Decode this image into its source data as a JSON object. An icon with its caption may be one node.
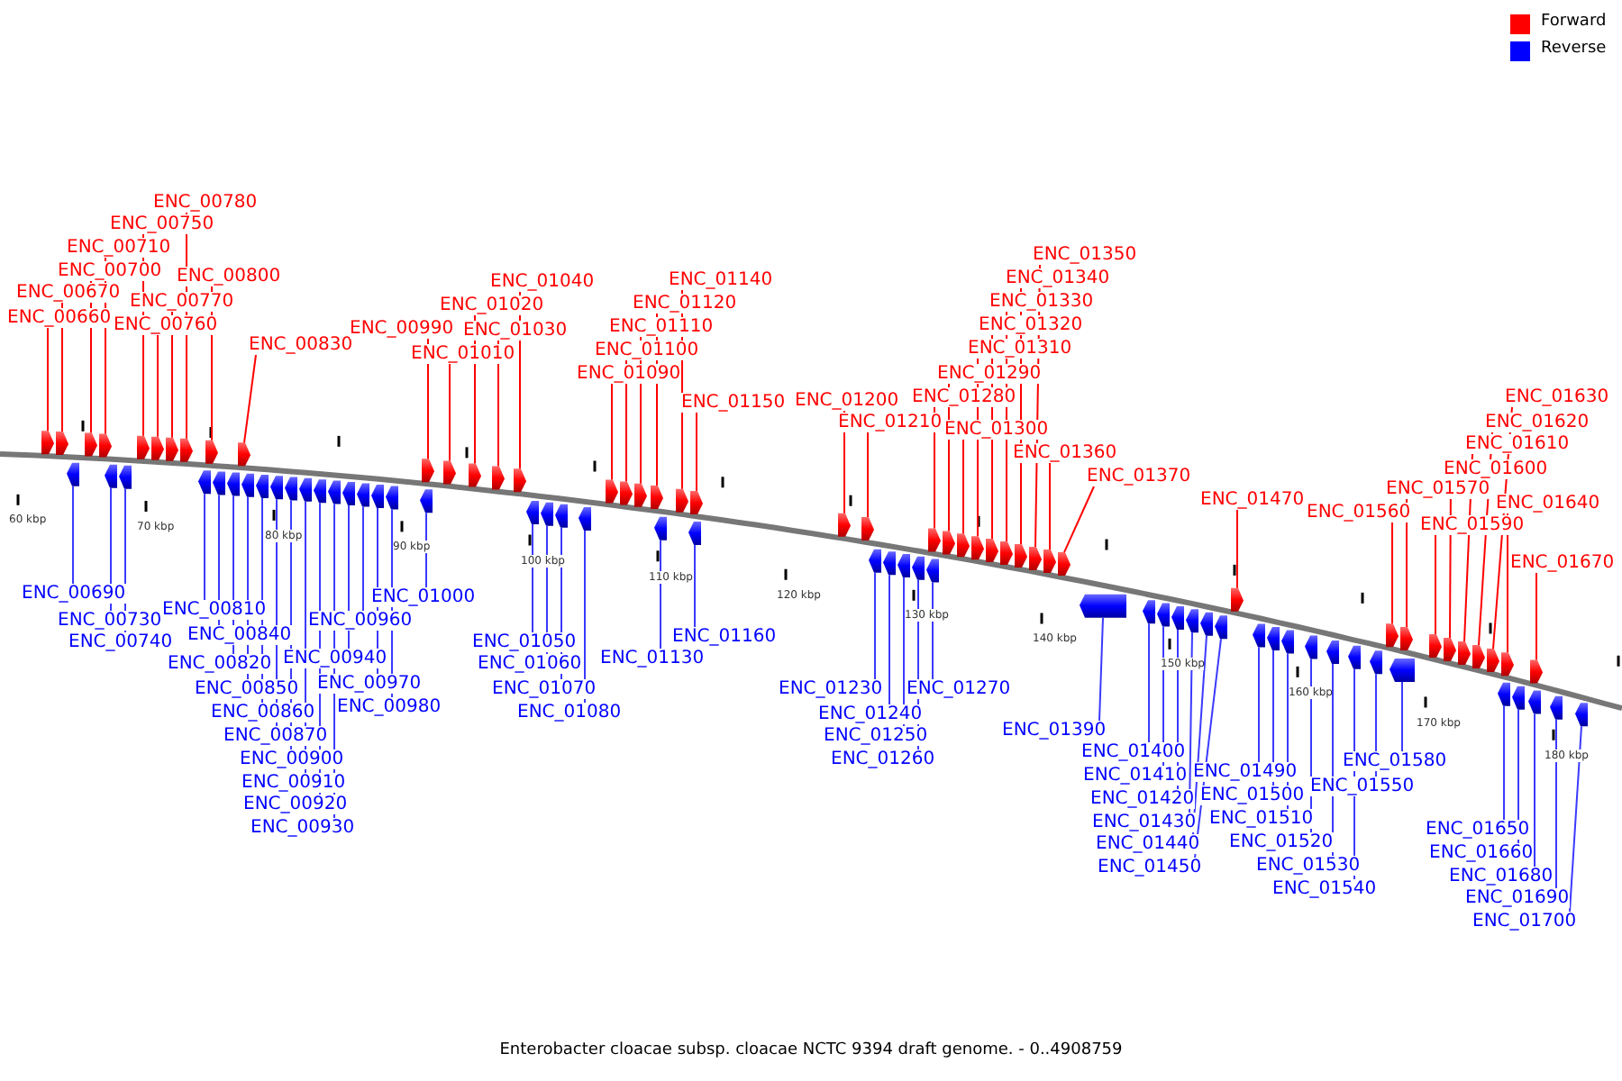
{
  "diagram": {
    "caption": "Enterobacter cloacae subsp. cloacae NCTC 9394 draft genome. - 0..4908759",
    "nodes": [
      {
        "text": [
          "ENC_00660"
        ]
      },
      {
        "text": [
          "ENC_00670"
        ]
      },
      {
        "text": [
          "ENC_00700"
        ]
      },
      {
        "text": [
          "ENC_00710"
        ]
      },
      {
        "text": [
          "ENC_00750"
        ]
      },
      {
        "text": [
          "ENC_00760"
        ]
      },
      {
        "text": [
          "ENC_00770"
        ]
      },
      {
        "text": [
          "ENC_00780"
        ]
      },
      {
        "text": [
          "ENC_00800"
        ]
      },
      {
        "text": [
          "ENC_00830"
        ]
      },
      {
        "text": [
          "ENC_00990"
        ]
      },
      {
        "text": [
          "ENC_01010"
        ]
      },
      {
        "text": [
          "ENC_01020"
        ]
      },
      {
        "text": [
          "ENC_01030"
        ]
      },
      {
        "text": [
          "ENC_01040"
        ]
      },
      {
        "text": [
          "ENC_01090"
        ]
      },
      {
        "text": [
          "ENC_01100"
        ]
      },
      {
        "text": [
          "ENC_01110"
        ]
      },
      {
        "text": [
          "ENC_01120"
        ]
      },
      {
        "text": [
          "ENC_01140"
        ]
      },
      {
        "text": [
          "ENC_01150"
        ]
      },
      {
        "text": [
          "ENC_01200"
        ]
      },
      {
        "text": [
          "ENC_01210"
        ]
      },
      {
        "text": [
          "ENC_01280"
        ]
      },
      {
        "text": [
          "ENC_01290"
        ]
      },
      {
        "text": [
          "ENC_01300"
        ]
      },
      {
        "text": [
          "ENC_01310"
        ]
      },
      {
        "text": [
          "ENC_01320"
        ]
      },
      {
        "text": [
          "ENC_01330"
        ]
      },
      {
        "text": [
          "ENC_01340"
        ]
      },
      {
        "text": [
          "ENC_01350"
        ]
      },
      {
        "text": [
          "ENC_01360"
        ]
      },
      {
        "text": [
          "ENC_01370"
        ]
      },
      {
        "text": [
          "ENC_01470"
        ]
      },
      {
        "text": [
          "ENC_01560"
        ]
      },
      {
        "text": [
          "ENC_01570"
        ]
      },
      {
        "text": [
          "ENC_01590"
        ]
      },
      {
        "text": [
          "ENC_01600"
        ]
      },
      {
        "text": [
          "ENC_01610"
        ]
      },
      {
        "text": [
          "ENC_01620"
        ]
      },
      {
        "text": [
          "ENC_01630"
        ]
      },
      {
        "text": [
          "ENC_01640"
        ]
      },
      {
        "text": [
          "ENC_01670"
        ]
      },
      {
        "text": [
          "ENC_00690"
        ]
      },
      {
        "text": [
          "ENC_00730"
        ]
      },
      {
        "text": [
          "ENC_00740"
        ]
      },
      {
        "text": [
          "ENC_00810"
        ]
      },
      {
        "text": [
          "ENC_00840"
        ]
      },
      {
        "text": [
          "ENC_00820"
        ]
      },
      {
        "text": [
          "ENC_00850"
        ]
      },
      {
        "text": [
          "ENC_00860"
        ]
      },
      {
        "text": [
          "ENC_00870"
        ]
      },
      {
        "text": [
          "ENC_00900"
        ]
      },
      {
        "text": [
          "ENC_00910"
        ]
      },
      {
        "text": [
          "ENC_00920"
        ]
      },
      {
        "text": [
          "ENC_00930"
        ]
      },
      {
        "text": [
          "ENC_00940"
        ]
      },
      {
        "text": [
          "ENC_00960"
        ]
      },
      {
        "text": [
          "ENC_00970"
        ]
      },
      {
        "text": [
          "ENC_00980"
        ]
      },
      {
        "text": [
          "ENC_01000"
        ]
      },
      {
        "text": [
          "ENC_01050"
        ]
      },
      {
        "text": [
          "ENC_01060"
        ]
      },
      {
        "text": [
          "ENC_01070"
        ]
      },
      {
        "text": [
          "ENC_01080"
        ]
      },
      {
        "text": [
          "ENC_01130"
        ]
      },
      {
        "text": [
          "ENC_01160"
        ]
      },
      {
        "text": [
          "ENC_01230"
        ]
      },
      {
        "text": [
          "ENC_01240"
        ]
      },
      {
        "text": [
          "ENC_01250"
        ]
      },
      {
        "text": [
          "ENC_01260"
        ]
      },
      {
        "text": [
          "ENC_01270"
        ]
      },
      {
        "text": [
          "ENC_01390"
        ]
      },
      {
        "text": [
          "ENC_01400"
        ]
      },
      {
        "text": [
          "ENC_01410"
        ]
      },
      {
        "text": [
          "ENC_01420"
        ]
      },
      {
        "text": [
          "ENC_01430"
        ]
      },
      {
        "text": [
          "ENC_01440"
        ]
      },
      {
        "text": [
          "ENC_01450"
        ]
      },
      {
        "text": [
          "ENC_01490"
        ]
      },
      {
        "text": [
          "ENC_01500"
        ]
      },
      {
        "text": [
          "ENC_01510"
        ]
      },
      {
        "text": [
          "ENC_01520"
        ]
      },
      {
        "text": [
          "ENC_01530"
        ]
      },
      {
        "text": [
          "ENC_01540"
        ]
      },
      {
        "text": [
          "ENC_01550"
        ]
      },
      {
        "text": [
          "ENC_01580"
        ]
      },
      {
        "text": [
          "ENC_01650"
        ]
      },
      {
        "text": [
          "ENC_01660"
        ]
      },
      {
        "text": [
          "ENC_01680"
        ]
      },
      {
        "text": [
          "ENC_01690"
        ]
      },
      {
        "text": [
          "ENC_01700"
        ]
      },
      {
        "text": [],
        "shape": "arrow"
      },
      {
        "text": [],
        "shape": "arrow"
      },
      {
        "text": [],
        "shape": "arrow"
      },
      {
        "text": [],
        "shape": "arrow"
      },
      {
        "text": [],
        "shape": "arrow"
      },
      {
        "text": [],
        "shape": "arrow"
      },
      {
        "text": [],
        "shape": "arrow"
      },
      {
        "text": [],
        "shape": "arrow"
      },
      {
        "text": [],
        "shape": "arrow"
      },
      {
        "text": [],
        "shape": "arrow"
      },
      {
        "text": [],
        "shape": "arrow"
      },
      {
        "text": [],
        "shape": "arrow"
      },
      {
        "text": [],
        "shape": "arrow"
      },
      {
        "text": [],
        "shape": "arrow"
      },
      {
        "text": [],
        "shape": "arrow"
      },
      {
        "text": [],
        "shape": "arrow"
      },
      {
        "text": [],
        "shape": "arrow"
      },
      {
        "text": [],
        "shape": "arrow"
      },
      {
        "text": [],
        "shape": "arrow"
      },
      {
        "text": [],
        "shape": "arrow"
      },
      {
        "text": [],
        "shape": "arrow"
      },
      {
        "text": [],
        "shape": "arrow"
      },
      {
        "text": [],
        "shape": "arrow"
      },
      {
        "text": [],
        "shape": "arrow"
      },
      {
        "text": [],
        "shape": "arrow"
      },
      {
        "text": [],
        "shape": "arrow"
      },
      {
        "text": [],
        "shape": "arrow"
      },
      {
        "text": [],
        "shape": "arrow"
      },
      {
        "text": [],
        "shape": "arrow"
      },
      {
        "text": [],
        "shape": "arrow"
      },
      {
        "text": [],
        "shape": "arrow"
      },
      {
        "text": [],
        "shape": "arrow"
      },
      {
        "text": [],
        "shape": "arrow"
      },
      {
        "text": [],
        "shape": "arrow"
      },
      {
        "text": [],
        "shape": "arrow"
      },
      {
        "text": [],
        "shape": "arrow"
      },
      {
        "text": [],
        "shape": "arrow"
      },
      {
        "text": [],
        "shape": "arrow"
      },
      {
        "text": [],
        "shape": "arrow"
      },
      {
        "text": [],
        "shape": "arrow"
      },
      {
        "text": [],
        "shape": "arrow"
      },
      {
        "text": [],
        "shape": "arrow"
      },
      {
        "text": [],
        "shape": "arrow"
      },
      {
        "text": [],
        "shape": "arrow"
      },
      {
        "text": [],
        "shape": "arrow"
      },
      {
        "text": [],
        "shape": "arrow"
      },
      {
        "text": [],
        "shape": "arrow"
      },
      {
        "text": [],
        "shape": "arrow"
      },
      {
        "text": [],
        "shape": "arrow"
      },
      {
        "text": [],
        "shape": "arrow"
      },
      {
        "text": [],
        "shape": "arrow"
      },
      {
        "text": [],
        "shape": "arrow"
      },
      {
        "text": [],
        "shape": "arrow"
      },
      {
        "text": [],
        "shape": "arrow"
      },
      {
        "text": [],
        "shape": "arrow"
      },
      {
        "text": [],
        "shape": "arrow"
      },
      {
        "text": [],
        "shape": "arrow"
      },
      {
        "text": [],
        "shape": "arrow"
      },
      {
        "text": [],
        "shape": "arrow"
      },
      {
        "text": [],
        "shape": "arrow"
      },
      {
        "text": [],
        "shape": "arrow"
      },
      {
        "text": [],
        "shape": "arrow"
      },
      {
        "text": [],
        "shape": "arrow"
      },
      {
        "text": [],
        "shape": "arrow"
      },
      {
        "text": [],
        "shape": "arrow"
      },
      {
        "text": [],
        "shape": "arrow"
      },
      {
        "text": [],
        "shape": "arrow"
      },
      {
        "text": [],
        "shape": "arrow"
      },
      {
        "text": [],
        "shape": "arrow"
      },
      {
        "text": [],
        "shape": "arrow"
      },
      {
        "text": [],
        "shape": "arrow"
      },
      {
        "text": [],
        "shape": "arrow"
      },
      {
        "text": [],
        "shape": "arrow"
      },
      {
        "text": [],
        "shape": "arrow"
      },
      {
        "text": [],
        "shape": "arrow"
      },
      {
        "text": [],
        "shape": "arrow"
      },
      {
        "text": [],
        "shape": "arrow"
      },
      {
        "text": [],
        "shape": "arrow"
      },
      {
        "text": [],
        "shape": "arrow"
      },
      {
        "text": [],
        "shape": "arrow"
      },
      {
        "text": [],
        "shape": "arrow"
      },
      {
        "text": [],
        "shape": "arrow"
      },
      {
        "text": [],
        "shape": "arrow"
      },
      {
        "text": [],
        "shape": "arrow"
      },
      {
        "text": [],
        "shape": "arrow"
      },
      {
        "text": [],
        "shape": "arrow"
      },
      {
        "text": [],
        "shape": "arrow"
      },
      {
        "text": [],
        "shape": "arrow"
      },
      {
        "text": [],
        "shape": "arrow"
      },
      {
        "text": [],
        "shape": "arrow"
      },
      {
        "text": [],
        "shape": "arrow"
      },
      {
        "text": [],
        "shape": "arrow"
      }
    ],
    "edges": [
      {
        "from": 0,
        "to": 92,
        "arrow": "none",
        "color": "#ff0000"
      },
      {
        "from": 1,
        "to": 93,
        "arrow": "none",
        "color": "#ff0000"
      },
      {
        "from": 2,
        "to": 95,
        "arrow": "none",
        "color": "#ff0000"
      },
      {
        "from": 3,
        "to": 96,
        "arrow": "none",
        "color": "#ff0000"
      },
      {
        "from": 4,
        "to": 99,
        "arrow": "none",
        "color": "#ff0000"
      },
      {
        "from": 5,
        "to": 100,
        "arrow": "none",
        "color": "#ff0000"
      },
      {
        "from": 6,
        "to": 101,
        "arrow": "none",
        "color": "#ff0000"
      },
      {
        "from": 7,
        "to": 102,
        "arrow": "none",
        "color": "#ff0000"
      },
      {
        "from": 8,
        "to": 104,
        "arrow": "none",
        "color": "#ff0000"
      },
      {
        "from": 9,
        "to": 107,
        "arrow": "none",
        "color": "#ff0000"
      },
      {
        "from": 10,
        "to": 119,
        "arrow": "none",
        "color": "#ff0000"
      },
      {
        "from": 11,
        "to": 121,
        "arrow": "none",
        "color": "#ff0000"
      },
      {
        "from": 12,
        "to": 122,
        "arrow": "none",
        "color": "#ff0000"
      },
      {
        "from": 13,
        "to": 123,
        "arrow": "none",
        "color": "#ff0000"
      },
      {
        "from": 14,
        "to": 124,
        "arrow": "none",
        "color": "#ff0000"
      },
      {
        "from": 15,
        "to": 129,
        "arrow": "none",
        "color": "#ff0000"
      },
      {
        "from": 16,
        "to": 130,
        "arrow": "none",
        "color": "#ff0000"
      },
      {
        "from": 17,
        "to": 131,
        "arrow": "none",
        "color": "#ff0000"
      },
      {
        "from": 18,
        "to": 132,
        "arrow": "none",
        "color": "#ff0000"
      },
      {
        "from": 19,
        "to": 134,
        "arrow": "none",
        "color": "#ff0000"
      },
      {
        "from": 20,
        "to": 135,
        "arrow": "none",
        "color": "#ff0000"
      },
      {
        "from": 21,
        "to": 137,
        "arrow": "none",
        "color": "#ff0000"
      },
      {
        "from": 22,
        "to": 138,
        "arrow": "none",
        "color": "#ff0000"
      },
      {
        "from": 23,
        "to": 143,
        "arrow": "none",
        "color": "#ff0000"
      },
      {
        "from": 24,
        "to": 145,
        "arrow": "none",
        "color": "#ff0000"
      },
      {
        "from": 25,
        "to": 146,
        "arrow": "none",
        "color": "#ff0000"
      },
      {
        "from": 26,
        "to": 147,
        "arrow": "none",
        "color": "#ff0000"
      },
      {
        "from": 27,
        "to": 148,
        "arrow": "none",
        "color": "#ff0000"
      },
      {
        "from": 28,
        "to": 149,
        "arrow": "none",
        "color": "#ff0000"
      },
      {
        "from": 29,
        "to": 150,
        "arrow": "none",
        "color": "#ff0000"
      },
      {
        "from": 30,
        "to": 151,
        "arrow": "none",
        "color": "#ff0000"
      },
      {
        "from": 31,
        "to": 152,
        "arrow": "none",
        "color": "#ff0000"
      },
      {
        "from": 32,
        "to": 153,
        "arrow": "none",
        "color": "#ff0000"
      },
      {
        "from": 33,
        "to": 161,
        "arrow": "none",
        "color": "#ff0000"
      },
      {
        "from": 34,
        "to": 169,
        "arrow": "none",
        "color": "#ff0000"
      },
      {
        "from": 35,
        "to": 170,
        "arrow": "none",
        "color": "#ff0000"
      },
      {
        "from": 36,
        "to": 172,
        "arrow": "none",
        "color": "#ff0000"
      },
      {
        "from": 37,
        "to": 173,
        "arrow": "none",
        "color": "#ff0000"
      },
      {
        "from": 38,
        "to": 174,
        "arrow": "none",
        "color": "#ff0000"
      },
      {
        "from": 39,
        "to": 175,
        "arrow": "none",
        "color": "#ff0000"
      },
      {
        "from": 40,
        "to": 176,
        "arrow": "none",
        "color": "#ff0000"
      },
      {
        "from": 41,
        "to": 178,
        "arrow": "none",
        "color": "#ff0000"
      },
      {
        "from": 42,
        "to": 180,
        "arrow": "none",
        "color": "#ff0000"
      },
      {
        "from": 43,
        "to": 94,
        "arrow": "none"
      },
      {
        "from": 44,
        "to": 97,
        "arrow": "none"
      },
      {
        "from": 45,
        "to": 98,
        "arrow": "none"
      },
      {
        "from": 46,
        "to": 103,
        "arrow": "none"
      },
      {
        "from": 47,
        "to": 105,
        "arrow": "none"
      },
      {
        "from": 48,
        "to": 106,
        "arrow": "none"
      },
      {
        "from": 49,
        "to": 108,
        "arrow": "none"
      },
      {
        "from": 50,
        "to": 109,
        "arrow": "none"
      },
      {
        "from": 51,
        "to": 110,
        "arrow": "none"
      },
      {
        "from": 52,
        "to": 111,
        "arrow": "none"
      },
      {
        "from": 53,
        "to": 112,
        "arrow": "none"
      },
      {
        "from": 54,
        "to": 113,
        "arrow": "none"
      },
      {
        "from": 55,
        "to": 114,
        "arrow": "none"
      },
      {
        "from": 56,
        "to": 115,
        "arrow": "none"
      },
      {
        "from": 57,
        "to": 116,
        "arrow": "none"
      },
      {
        "from": 58,
        "to": 117,
        "arrow": "none"
      },
      {
        "from": 59,
        "to": 118,
        "arrow": "none"
      },
      {
        "from": 60,
        "to": 120,
        "arrow": "none"
      },
      {
        "from": 61,
        "to": 125,
        "arrow": "none"
      },
      {
        "from": 62,
        "to": 126,
        "arrow": "none"
      },
      {
        "from": 63,
        "to": 127,
        "arrow": "none"
      },
      {
        "from": 64,
        "to": 128,
        "arrow": "none"
      },
      {
        "from": 65,
        "to": 133,
        "arrow": "none"
      },
      {
        "from": 66,
        "to": 136,
        "arrow": "none"
      },
      {
        "from": 67,
        "to": 139,
        "arrow": "none"
      },
      {
        "from": 68,
        "to": 140,
        "arrow": "none"
      },
      {
        "from": 69,
        "to": 141,
        "arrow": "none"
      },
      {
        "from": 70,
        "to": 142,
        "arrow": "none"
      },
      {
        "from": 71,
        "to": 144,
        "arrow": "none"
      },
      {
        "from": 72,
        "to": 154,
        "arrow": "none"
      },
      {
        "from": 73,
        "to": 155,
        "arrow": "none"
      },
      {
        "from": 74,
        "to": 156,
        "arrow": "none"
      },
      {
        "from": 75,
        "to": 157,
        "arrow": "none"
      },
      {
        "from": 76,
        "to": 158,
        "arrow": "none"
      },
      {
        "from": 77,
        "to": 159,
        "arrow": "none"
      },
      {
        "from": 78,
        "to": 160,
        "arrow": "none"
      },
      {
        "from": 79,
        "to": 162,
        "arrow": "none"
      },
      {
        "from": 80,
        "to": 163,
        "arrow": "none"
      },
      {
        "from": 81,
        "to": 164,
        "arrow": "none"
      },
      {
        "from": 82,
        "to": 165,
        "arrow": "none"
      },
      {
        "from": 83,
        "to": 166,
        "arrow": "none"
      },
      {
        "from": 84,
        "to": 167,
        "arrow": "none"
      },
      {
        "from": 85,
        "to": 168,
        "arrow": "none"
      },
      {
        "from": 86,
        "to": 171,
        "arrow": "none"
      },
      {
        "from": 87,
        "to": 177,
        "arrow": "none"
      },
      {
        "from": 88,
        "to": 179,
        "arrow": "none"
      },
      {
        "from": 89,
        "to": 181,
        "arrow": "none"
      },
      {
        "from": 90,
        "to": 182,
        "arrow": "none"
      },
      {
        "from": 91,
        "to": 183,
        "arrow": "none"
      }
    ],
    "labels": [
      "60 kbp",
      "70 kbp",
      "80 kbp",
      "90 kbp",
      "100 kbp",
      "110 kbp",
      "120 kbp",
      "130 kbp",
      "140 kbp",
      "150 kbp",
      "160 kbp",
      "170 kbp",
      "180 kbp"
    ],
    "legend": [
      {
        "text": "Forward",
        "color": "#ff0000"
      },
      {
        "text": "Reverse",
        "color": "#0000ff"
      }
    ]
  }
}
